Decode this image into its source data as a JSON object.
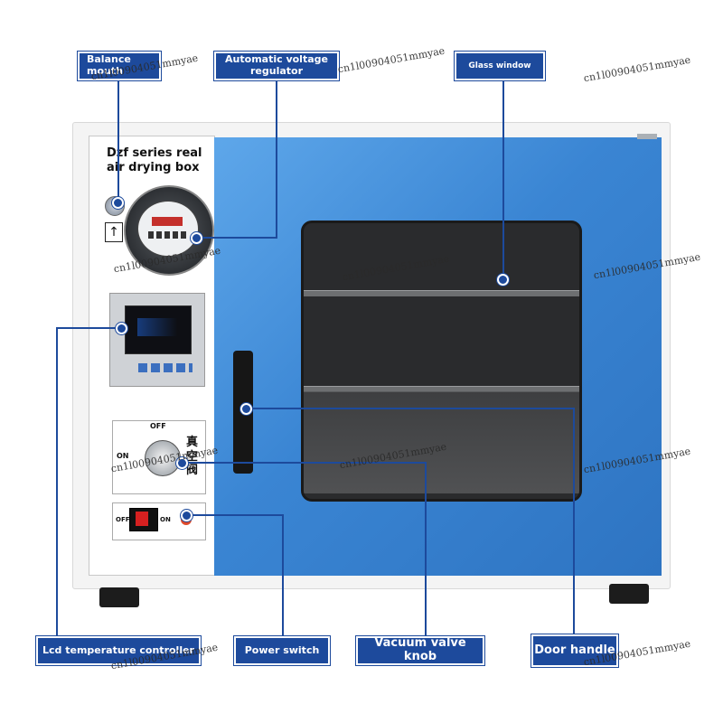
{
  "panel": {
    "title": "Dzf series real air drying box",
    "knob_off": "OFF",
    "knob_on": "ON",
    "knob_cn": "真空阀",
    "switch_off": "OFF",
    "switch_on": "ON"
  },
  "callouts": {
    "balance_mouth": "Balance mouth",
    "voltage_regulator": "Automatic voltage regulator",
    "glass_window": "Glass window",
    "lcd_controller": "Lcd temperature controller",
    "power_switch": "Power switch",
    "vacuum_knob": "Vacuum valve knob",
    "door_handle": "Door handle"
  },
  "watermarks": [
    "cn1l00904051mmyae",
    "cn1l00904051mmyae",
    "cn1l00904051mmyae",
    "cn1l00904051mmyae",
    "cn1l00904051mmyae",
    "cn1l00904051mmyae",
    "cn1l00904051mmyae",
    "cn1l00904051mmyae",
    "cn1l00904051mmyae",
    "cn1l00904051mmyae",
    "cn1l00904051mmyae"
  ],
  "colors": {
    "callout_blue": "#1d4a9c",
    "door_blue": "#3a85d3"
  }
}
